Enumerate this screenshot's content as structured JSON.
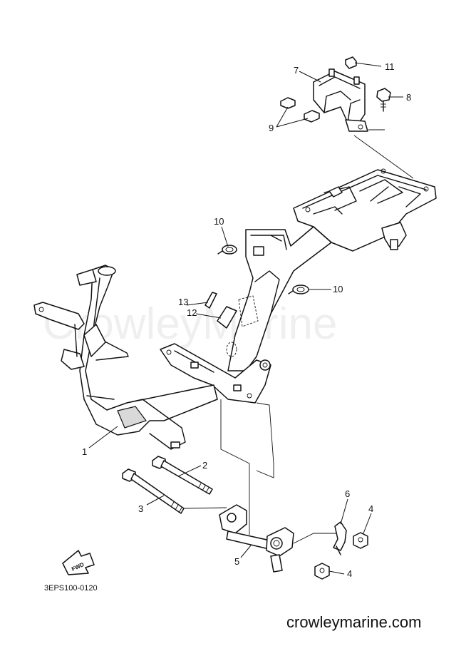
{
  "watermark": "CrowleyMarine",
  "diagram_code": "3EPS100-0120",
  "site_url": "crowleymarine.com",
  "fwd_label": "FWD",
  "callouts": {
    "c1": "1",
    "c2": "2",
    "c3": "3",
    "c4a": "4",
    "c4b": "4",
    "c5": "5",
    "c6": "6",
    "c7": "7",
    "c8": "8",
    "c9": "9",
    "c10a": "10",
    "c10b": "10",
    "c11": "11",
    "c12": "12",
    "c13": "13"
  }
}
